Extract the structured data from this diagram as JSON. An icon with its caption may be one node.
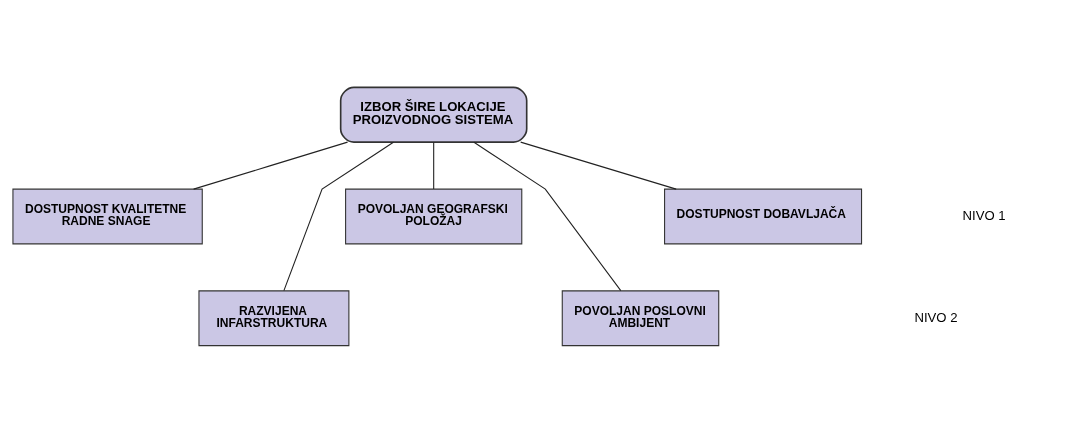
{
  "diagram": {
    "nodes": [
      {
        "text": [
          "IZBOR ŠIRE LOKACIJE PROIZVODNOG SISTEMA"
        ]
      },
      {
        "text": [
          "DOSTUPNOST KVALITETNE RADNE SNAGE"
        ]
      },
      {
        "text": [
          "POVOLJAN GEOGRAFSKI POLOŽAJ"
        ]
      },
      {
        "text": [
          "DOSTUPNOST DOBAVLJAČA"
        ]
      },
      {
        "text": [
          "RAZVIJENA INFARSTRUKTURA"
        ]
      },
      {
        "text": [
          "POVOLJAN POSLOVNI AMBIJENT"
        ]
      }
    ],
    "edges": [
      {
        "from": 0,
        "to": 1,
        "arrow": "none"
      },
      {
        "from": 0,
        "to": 4,
        "arrow": "none"
      },
      {
        "from": 0,
        "to": 2,
        "arrow": "none"
      },
      {
        "from": 0,
        "to": 5,
        "arrow": "none"
      },
      {
        "from": 0,
        "to": 3,
        "arrow": "none"
      }
    ],
    "labels": [
      "NIVO 1",
      "NIVO 2"
    ]
  }
}
